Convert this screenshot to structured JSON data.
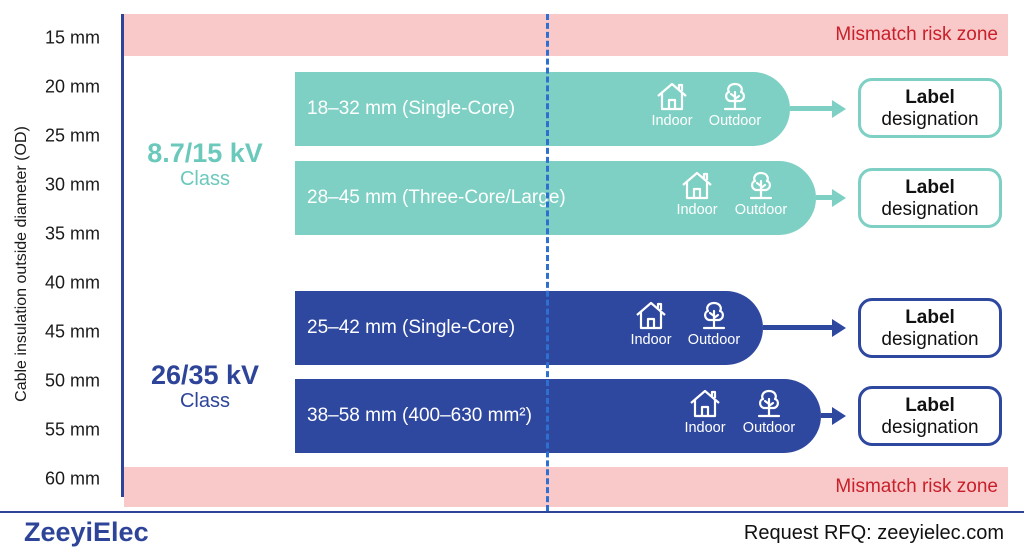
{
  "y_axis": {
    "title": "Cable insulation outside diameter (OD)",
    "ticks": [
      "15 mm",
      "20 mm",
      "25 mm",
      "30 mm",
      "35 mm",
      "40 mm",
      "45 mm",
      "50 mm",
      "55 mm",
      "60 mm"
    ]
  },
  "zones": {
    "top_label": "Mismatch risk zone",
    "bottom_label": "Mismatch risk zone",
    "color": "#f9c9c9"
  },
  "classes": [
    {
      "voltage": "8.7/15 kV",
      "label": "Class",
      "color": "#6bc9bc"
    },
    {
      "voltage": "26/35 kV",
      "label": "Class",
      "color": "#2d4499"
    }
  ],
  "bands": [
    {
      "text": "18–32 mm (Single-Core)",
      "indoor": "Indoor",
      "outdoor": "Outdoor",
      "box_title": "Label",
      "box_sub": "designation"
    },
    {
      "text": "28–45 mm (Three-Core/Large)",
      "indoor": "Indoor",
      "outdoor": "Outdoor",
      "box_title": "Label",
      "box_sub": "designation"
    },
    {
      "text": "25–42 mm (Single-Core)",
      "indoor": "Indoor",
      "outdoor": "Outdoor",
      "box_title": "Label",
      "box_sub": "designation"
    },
    {
      "text": "38–58 mm (400–630 mm²)",
      "indoor": "Indoor",
      "outdoor": "Outdoor",
      "box_title": "Label",
      "box_sub": "designation"
    }
  ],
  "icons": {
    "indoor": "house-icon",
    "outdoor": "tree-icon"
  },
  "colors": {
    "teal": "#7dd0c3",
    "navy": "#2e479f",
    "risk_text": "#c8202a",
    "divider": "#2f6fcf"
  },
  "footer": {
    "brand": "ZeeyiElec",
    "rfq": "Request RFQ: zeeyielec.com"
  }
}
